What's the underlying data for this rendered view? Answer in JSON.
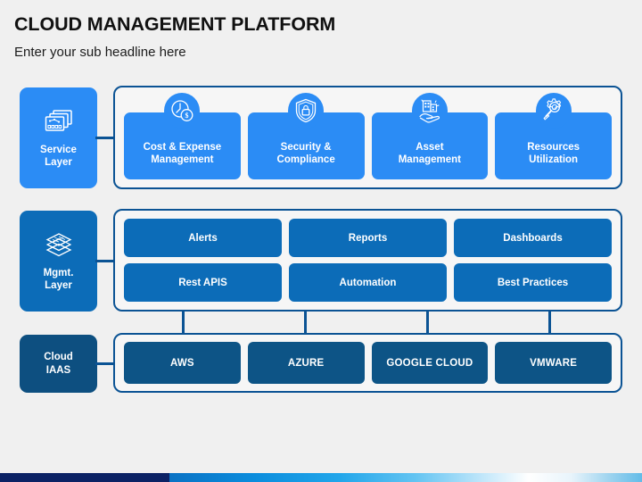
{
  "header": {
    "title": "CLOUD MANAGEMENT PLATFORM",
    "subtitle": "Enter your sub headline here"
  },
  "colors": {
    "background": "#f0f0f0",
    "service_blue": "#2b8cf5",
    "mgmt_blue": "#0c6cb8",
    "iaas_blue": "#0d5486",
    "panel_border": "#0b5394",
    "footer_navy": "#0c2265",
    "title_text": "#111111"
  },
  "layers": [
    {
      "id": "service",
      "label_line1": "Service",
      "label_line2": "Layer",
      "icon": "stacked-windows-icon",
      "cards": [
        {
          "line1": "Cost & Expense",
          "line2": "Management",
          "icon": "clock-dollar-icon"
        },
        {
          "line1": "Security &",
          "line2": "Compliance",
          "icon": "shield-lock-icon"
        },
        {
          "line1": "Asset",
          "line2": "Management",
          "icon": "hand-building-icon"
        },
        {
          "line1": "Resources",
          "line2": "Utilization",
          "icon": "gear-magnifier-icon"
        }
      ]
    },
    {
      "id": "mgmt",
      "label_line1": "Mgmt.",
      "label_line2": "Layer",
      "icon": "stacked-layers-icon",
      "rows": [
        [
          "Alerts",
          "Reports",
          "Dashboards"
        ],
        [
          "Rest APIS",
          "Automation",
          "Best Practices"
        ]
      ]
    },
    {
      "id": "iaas",
      "label_line1": "Cloud",
      "label_line2": "IAAS",
      "icon": "none",
      "cards": [
        "AWS",
        "AZURE",
        "GOOGLE CLOUD",
        "VMWARE"
      ]
    }
  ]
}
